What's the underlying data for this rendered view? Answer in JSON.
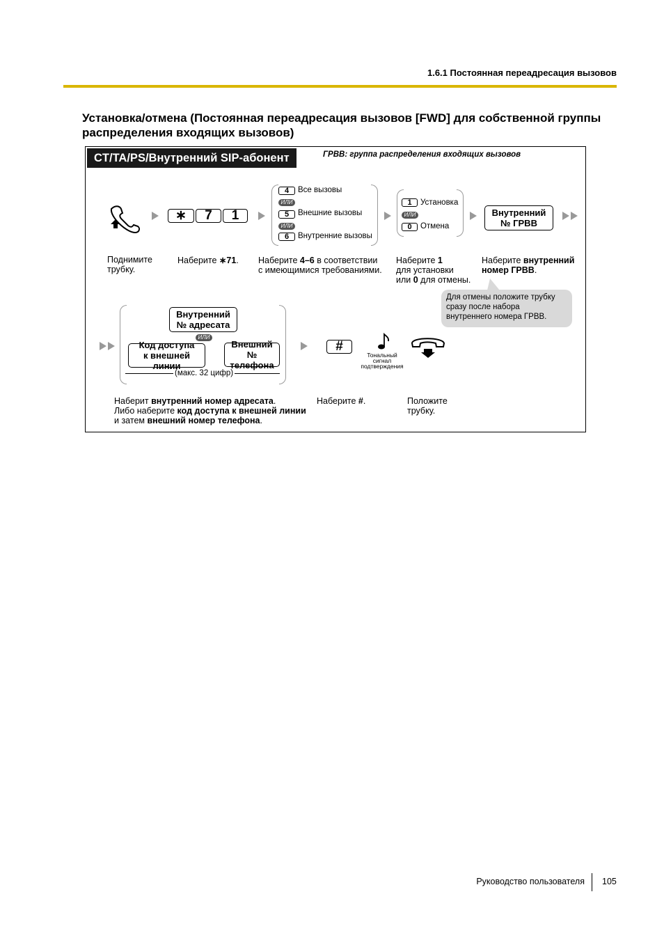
{
  "header": {
    "section": "1.6.1 Постоянная переадресация вызовов"
  },
  "title": "Установка/отмена (Постоянная переадресация вызовов [FWD] для собственной группы распределения входящих вызовов)",
  "badge": "CT/TA/PS/Внутренний SIP-абонент",
  "legend": "ГРВВ: группа распределения входящих вызовов",
  "or_label": "ИЛИ",
  "keys": {
    "star": "∗",
    "seven": "7",
    "one": "1",
    "hash": "#"
  },
  "options_type": [
    {
      "key": "4",
      "label": "Все вызовы"
    },
    {
      "key": "5",
      "label": "Внешние вызовы"
    },
    {
      "key": "6",
      "label": "Внутренние вызовы"
    }
  ],
  "options_mode": [
    {
      "key": "1",
      "label": "Установка"
    },
    {
      "key": "0",
      "label": "Отмена"
    }
  ],
  "boxes": {
    "grvv_line1": "Внутренний",
    "grvv_line2": "№ ГРВВ",
    "dest_line1": "Внутренний",
    "dest_line2": "№ адресата",
    "outer_line1": "Код доступа",
    "outer_line2": "к внешней линии",
    "phone_line1": "Внешний",
    "phone_line2": "№ телефона"
  },
  "max_digits": "(макс. 32 цифр)",
  "tone": {
    "line1": "Тональный",
    "line2": "сигнал",
    "line3": "подтверждения"
  },
  "captions": {
    "lift_1": "Поднимите",
    "lift_2": "трубку.",
    "dial71_pre": "Наберите ",
    "dial71_bold": "∗71",
    "dial71_post": ".",
    "dial46_pre": "Наберите ",
    "dial46_bold": "4–6",
    "dial46_post": " в соответствии",
    "dial46_line2": "с имеющимися требованиями.",
    "mode_pre": "Наберите ",
    "mode_bold1": "1",
    "mode_line2": "для установки",
    "mode_line3_pre": "или ",
    "mode_bold0": "0",
    "mode_line3_post": " для отмены.",
    "grvv_pre": "Наберите ",
    "grvv_bold1": "внутренний",
    "grvv_bold2": "номер ГРВВ",
    "grvv_post": ".",
    "dest_pre": "Наберит ",
    "dest_bold": "внутренний номер адресата",
    "dest_post": ".",
    "outer_pre": "Либо наберите ",
    "outer_bold": "код доступа к внешней линии",
    "phone_pre": "и затем ",
    "phone_bold": "внешний номер телефона",
    "phone_post": ".",
    "hash_pre": "Наберите ",
    "hash_bold": "#",
    "hash_post": ".",
    "hang_1": "Положите",
    "hang_2": "трубку."
  },
  "bubble": "Для отмены положите трубку сразу после набора внутреннего номера ГРВВ.",
  "footer": {
    "text": "Руководство пользователя",
    "page": "105"
  }
}
